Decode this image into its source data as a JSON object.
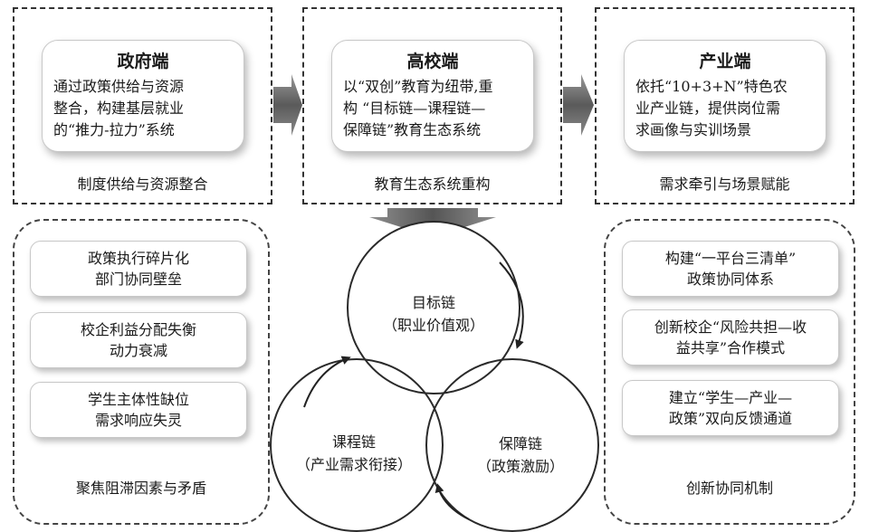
{
  "top": {
    "government": {
      "title": "政府端",
      "text": "通过政策供给与资源\n整合，构建基层就业\n的“推力-拉力”系统",
      "caption": "制度供给与资源整合"
    },
    "university": {
      "title": "高校端",
      "text": "以“双创”教育为纽带,重\n构 “目标链—课程链—\n保障链”教育生态系统",
      "caption": "教育生态系统重构"
    },
    "industry": {
      "title": "产业端",
      "text": "依托“10+3+N”特色农\n业产业链，提供岗位需\n求画像与实训场景",
      "caption": "需求牵引与场景赋能"
    }
  },
  "left_panel": {
    "items": [
      "政策执行碎片化\n部门协同壁垒",
      "校企利益分配失衡\n动力衰减",
      "学生主体性缺位\n需求响应失灵"
    ],
    "caption": "聚焦阻滞因素与矛盾"
  },
  "right_panel": {
    "items": [
      "构建“一平台三清单”\n政策协同体系",
      "创新校企“风险共担—收\n益共享”合作模式",
      "建立“学生—产业—\n政策”双向反馈通道"
    ],
    "caption": "创新协同机制"
  },
  "cycle": {
    "goal": "目标链\n（职业价值观）",
    "course": "课程链\n（产业需求衔接）",
    "support": "保障链\n（政策激励）"
  },
  "colors": {
    "arrow_gray": "#6b6b6b",
    "border": "#333333"
  }
}
